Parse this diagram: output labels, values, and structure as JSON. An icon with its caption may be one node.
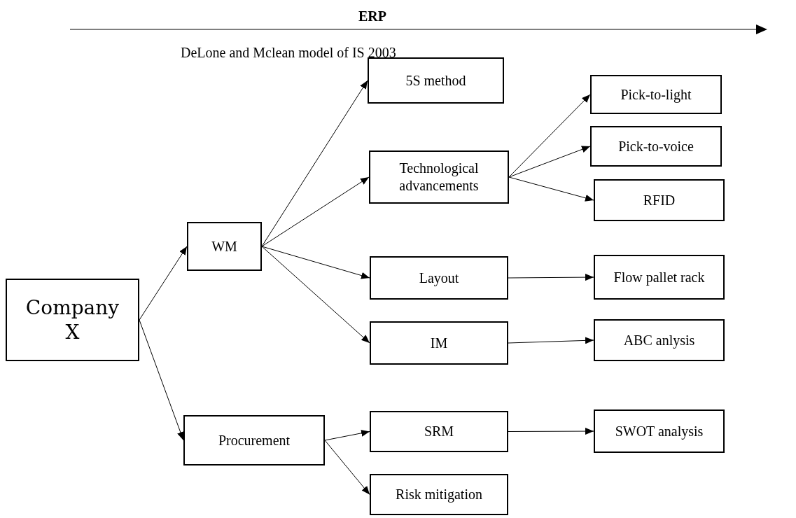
{
  "diagram": {
    "title": "ERP",
    "nodes": [
      {
        "text": [
          "Company X"
        ]
      },
      {
        "text": [
          "WM"
        ]
      },
      {
        "text": [
          "Procurement"
        ]
      },
      {
        "text": [
          "5S method"
        ]
      },
      {
        "text": [
          "Technological advancements"
        ]
      },
      {
        "text": [
          "Layout"
        ]
      },
      {
        "text": [
          "IM"
        ]
      },
      {
        "text": [
          "SRM"
        ]
      },
      {
        "text": [
          "Risk mitigation"
        ]
      },
      {
        "text": [
          "Pick-to-light"
        ]
      },
      {
        "text": [
          "Pick-to-voice"
        ]
      },
      {
        "text": [
          "RFID"
        ]
      },
      {
        "text": [
          "Flow pallet rack"
        ]
      },
      {
        "text": [
          "ABC anlysis"
        ]
      },
      {
        "text": [
          "SWOT analysis"
        ]
      }
    ],
    "edges": [
      {
        "from": 0,
        "to": 1,
        "arrow": "to"
      },
      {
        "from": 0,
        "to": 2,
        "arrow": "to"
      },
      {
        "from": 1,
        "to": 3,
        "arrow": "to"
      },
      {
        "from": 1,
        "to": 4,
        "arrow": "to"
      },
      {
        "from": 1,
        "to": 5,
        "arrow": "to"
      },
      {
        "from": 1,
        "to": 6,
        "arrow": "to"
      },
      {
        "from": 4,
        "to": 9,
        "arrow": "to"
      },
      {
        "from": 4,
        "to": 10,
        "arrow": "to"
      },
      {
        "from": 4,
        "to": 11,
        "arrow": "to"
      },
      {
        "from": 5,
        "to": 12,
        "arrow": "to"
      },
      {
        "from": 6,
        "to": 13,
        "arrow": "to"
      },
      {
        "from": 2,
        "to": 7,
        "arrow": "to"
      },
      {
        "from": 2,
        "to": 8,
        "arrow": "to"
      },
      {
        "from": 7,
        "to": 14,
        "arrow": "to"
      }
    ],
    "labels": [
      "DeLone and Mclean model of IS 2003"
    ]
  }
}
